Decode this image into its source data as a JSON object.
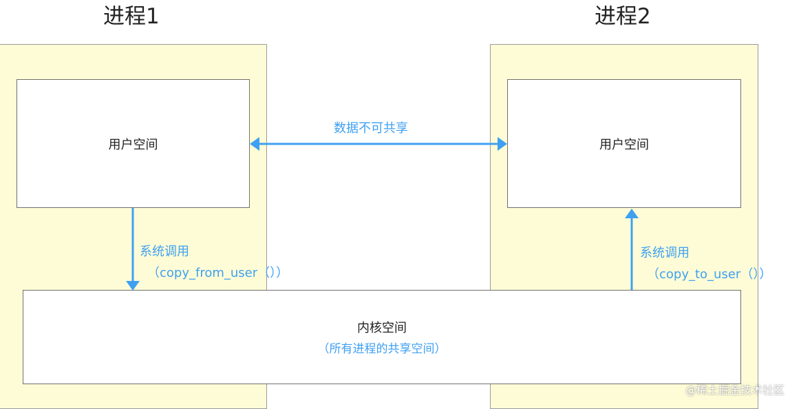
{
  "processes": {
    "p1_title": "进程1",
    "p2_title": "进程2"
  },
  "user_space": {
    "p1_label": "用户空间",
    "p2_label": "用户空间"
  },
  "share_arrow": {
    "label": "数据不可共享"
  },
  "syscall_down": {
    "label": "系统调用",
    "function": "（copy_from_user（））"
  },
  "syscall_up": {
    "label": "系统调用",
    "function": "（copy_to_user（））"
  },
  "kernel": {
    "label": "内核空间",
    "sublabel": "（所有进程的共享空间）"
  },
  "watermark": "@稀土掘金技术社区",
  "colors": {
    "process_fill": "#fefcd6",
    "arrow_blue": "#3fa0f2",
    "border": "#6f6f6f"
  }
}
